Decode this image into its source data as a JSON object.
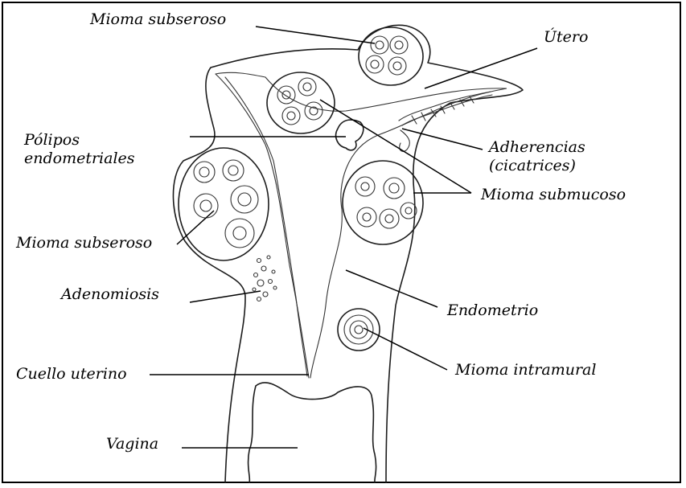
{
  "labels": {
    "mioma_subseroso_top": "Mioma subseroso",
    "utero": "Útero",
    "polipos_line1": "Pólipos",
    "polipos_line2": "endometriales",
    "adherencias_line1": "Adherencias",
    "adherencias_line2": "(cicatrices)",
    "mioma_submucoso": "Mioma submucoso",
    "mioma_subseroso_left": "Mioma subseroso",
    "adenomiosis": "Adenomiosis",
    "endometrio": "Endometrio",
    "mioma_intramural": "Mioma intramural",
    "cuello_uterino": "Cuello uterino",
    "vagina": "Vagina"
  },
  "colors": {
    "ink": "#1c1c1c",
    "background": "#ffffff",
    "frame": "#000000"
  }
}
